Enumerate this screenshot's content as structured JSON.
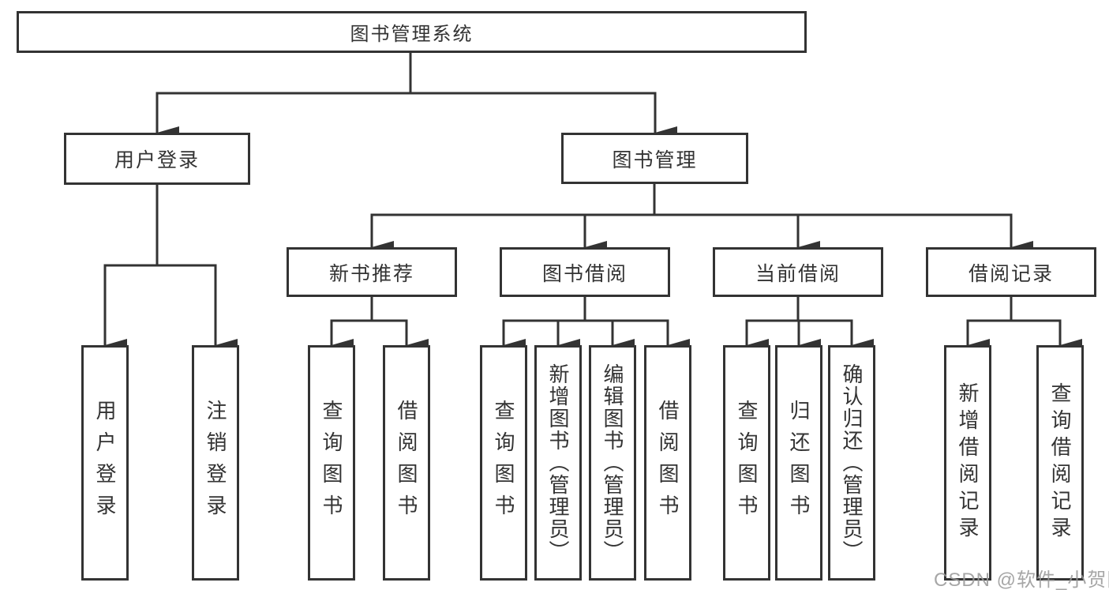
{
  "meta": {
    "background_color": "#ffffff",
    "line_color": "#333333",
    "text_color": "#333333",
    "watermark": "CSDN @软件_小贺同学",
    "watermark_color": "#9a9a9a"
  },
  "diagram": {
    "root": {
      "label": "图书管理系统"
    },
    "level2": [
      {
        "id": "user-login",
        "label": "用户登录"
      },
      {
        "id": "book-management",
        "label": "图书管理"
      }
    ],
    "level3": [
      {
        "id": "new-book-recommend",
        "label": "新书推荐"
      },
      {
        "id": "book-borrow",
        "label": "图书借阅"
      },
      {
        "id": "current-borrow",
        "label": "当前借阅"
      },
      {
        "id": "borrow-records",
        "label": "借阅记录"
      }
    ],
    "leaves": {
      "user_login": [
        {
          "label": "用户登录"
        },
        {
          "label": "注销登录"
        }
      ],
      "new_book": [
        {
          "label": "查询图书"
        },
        {
          "label": "借阅图书"
        }
      ],
      "book_borrow": [
        {
          "label": "查询图书"
        },
        {
          "label": "新增图书（管理员）"
        },
        {
          "label": "编辑图书（管理员）"
        },
        {
          "label": "借阅图书"
        }
      ],
      "current_borrow": [
        {
          "label": "查询图书"
        },
        {
          "label": "归还图书"
        },
        {
          "label": "确认归还（管理员）"
        }
      ],
      "records": [
        {
          "label": "新增借阅记录"
        },
        {
          "label": "查询借阅记录"
        }
      ]
    }
  }
}
